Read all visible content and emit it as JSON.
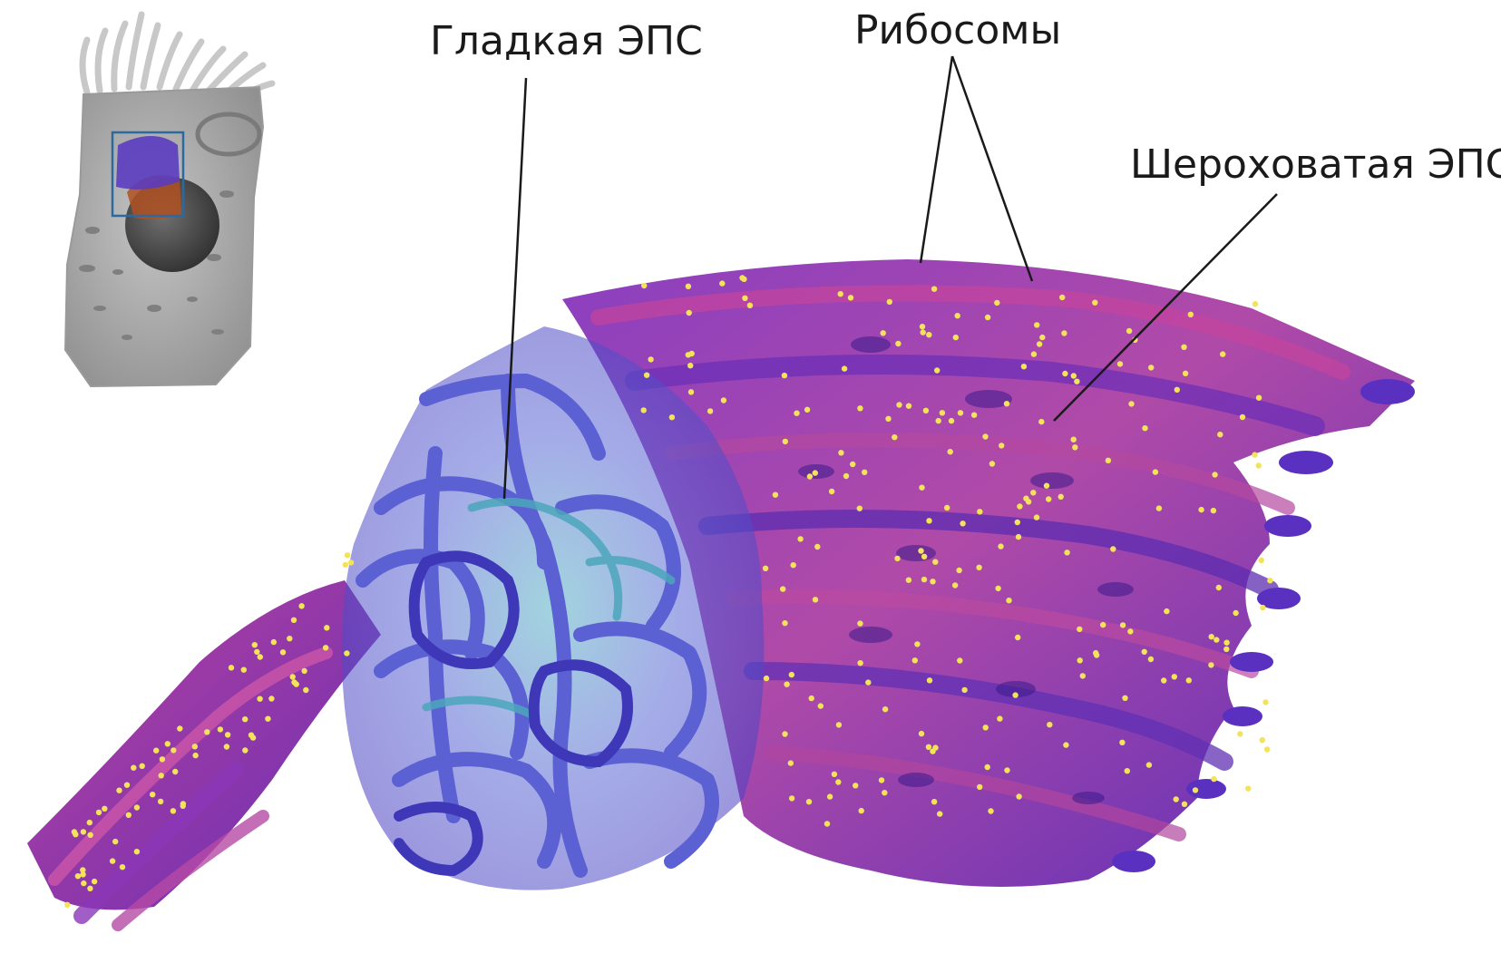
{
  "labels": {
    "smooth_er": "Гладкая ЭПС",
    "ribosomes": "Рибосомы",
    "rough_er": "Шероховатая ЭПС"
  },
  "colors": {
    "rough_er_main": "#7b3fc4",
    "rough_er_pink": "#c2409a",
    "smooth_er_main": "#5a5fd0",
    "smooth_er_teal": "#4aa3b8",
    "ribosome": "#f2e35a",
    "cell_inset": "#a9a9a9",
    "leader_line": "#1a1a1a"
  }
}
